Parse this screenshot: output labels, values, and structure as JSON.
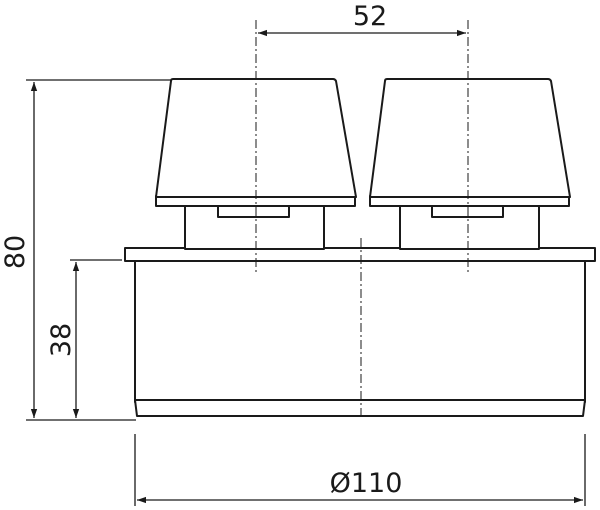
{
  "dimensions": {
    "spacing": "52",
    "total_height": "80",
    "body_height": "38",
    "diameter": "Ø110"
  },
  "colors": {
    "line": "#1a1a1a",
    "background": "#ffffff"
  }
}
